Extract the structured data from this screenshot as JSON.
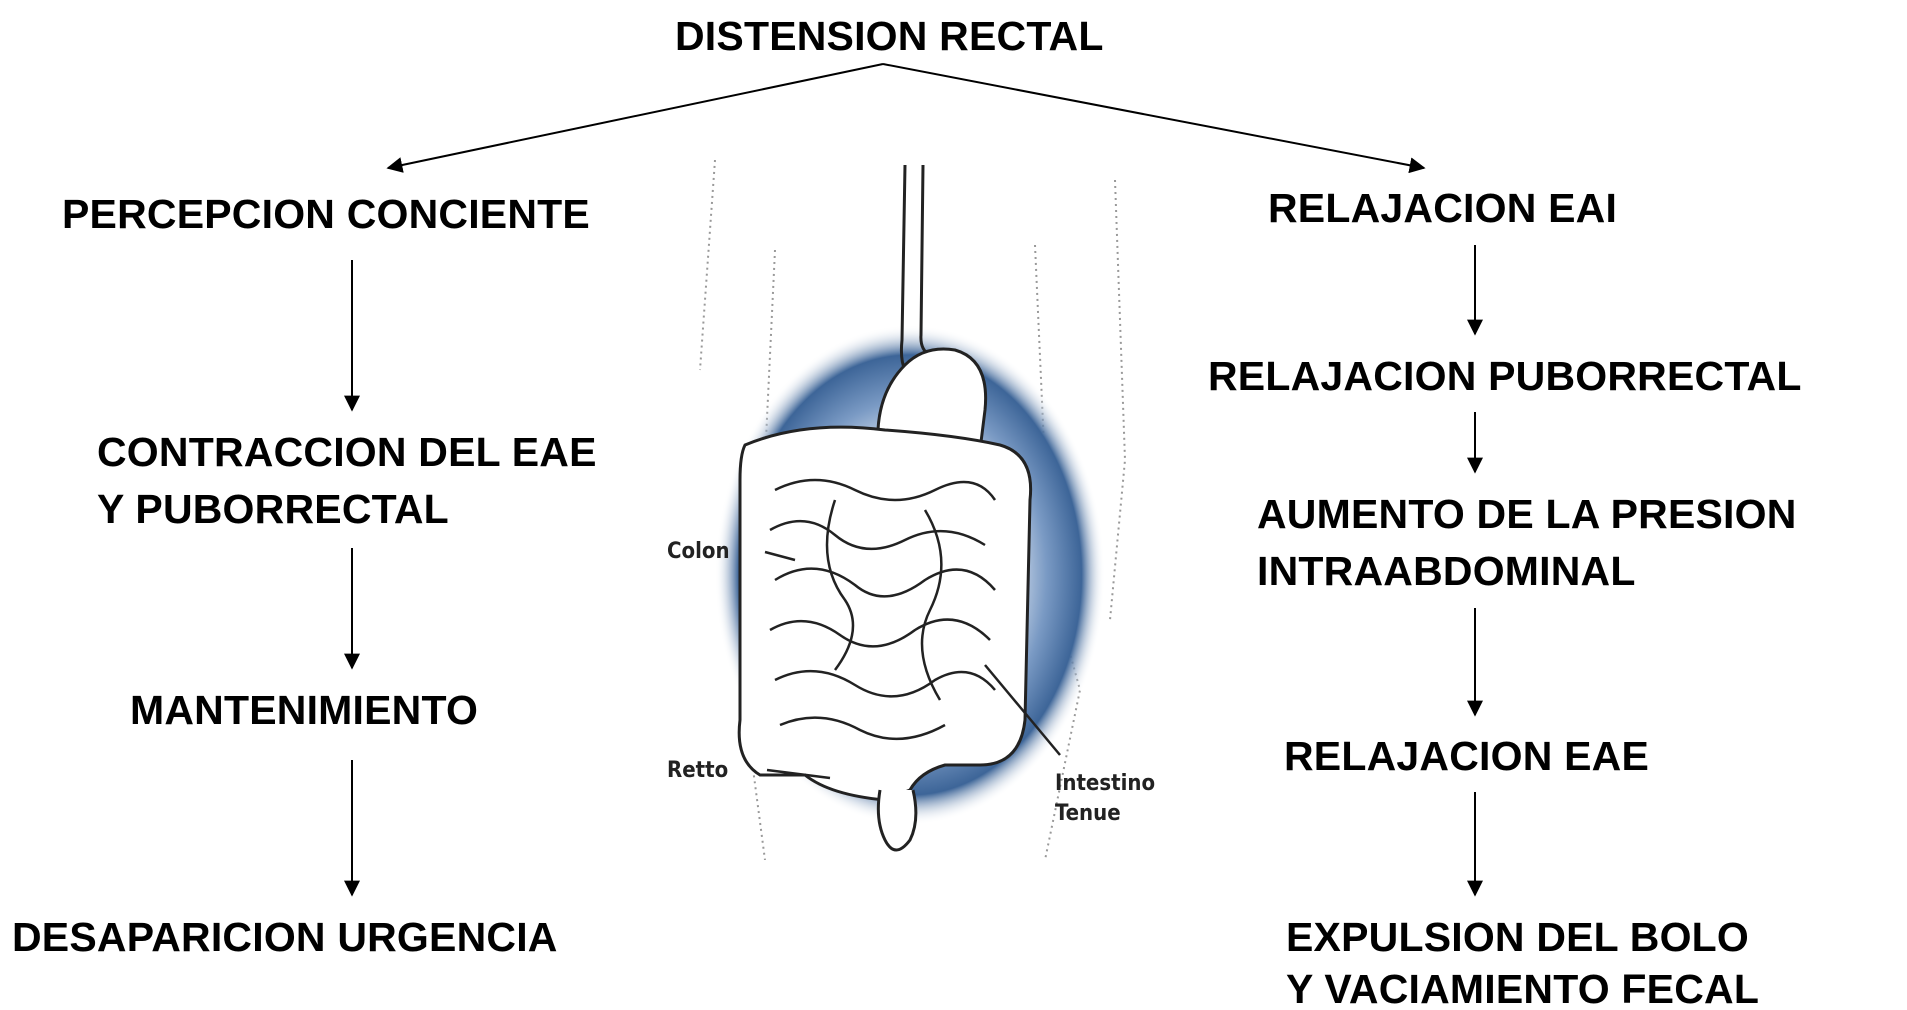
{
  "diagram": {
    "title": "DISTENSION RECTAL",
    "left_branch": {
      "step1": "PERCEPCION CONCIENTE",
      "step2_line1": "CONTRACCION DEL EAE",
      "step2_line2": "Y PUBORRECTAL",
      "step3": "MANTENIMIENTO",
      "step4": "DESAPARICION URGENCIA"
    },
    "right_branch": {
      "step1": "RELAJACION EAI",
      "step2": "RELAJACION PUBORRECTAL",
      "step3_line1": "AUMENTO DE LA PRESION",
      "step3_line2": "INTRAABDOMINAL",
      "step4": "RELAJACION EAE",
      "step5_line1": "EXPULSION DEL BOLO",
      "step5_line2": "Y VACIAMIENTO FECAL"
    },
    "illustration": {
      "label_colon": "Colon",
      "label_retto": "Retto",
      "label_intestino": "Intestino",
      "label_tenue": "Tenue"
    }
  }
}
